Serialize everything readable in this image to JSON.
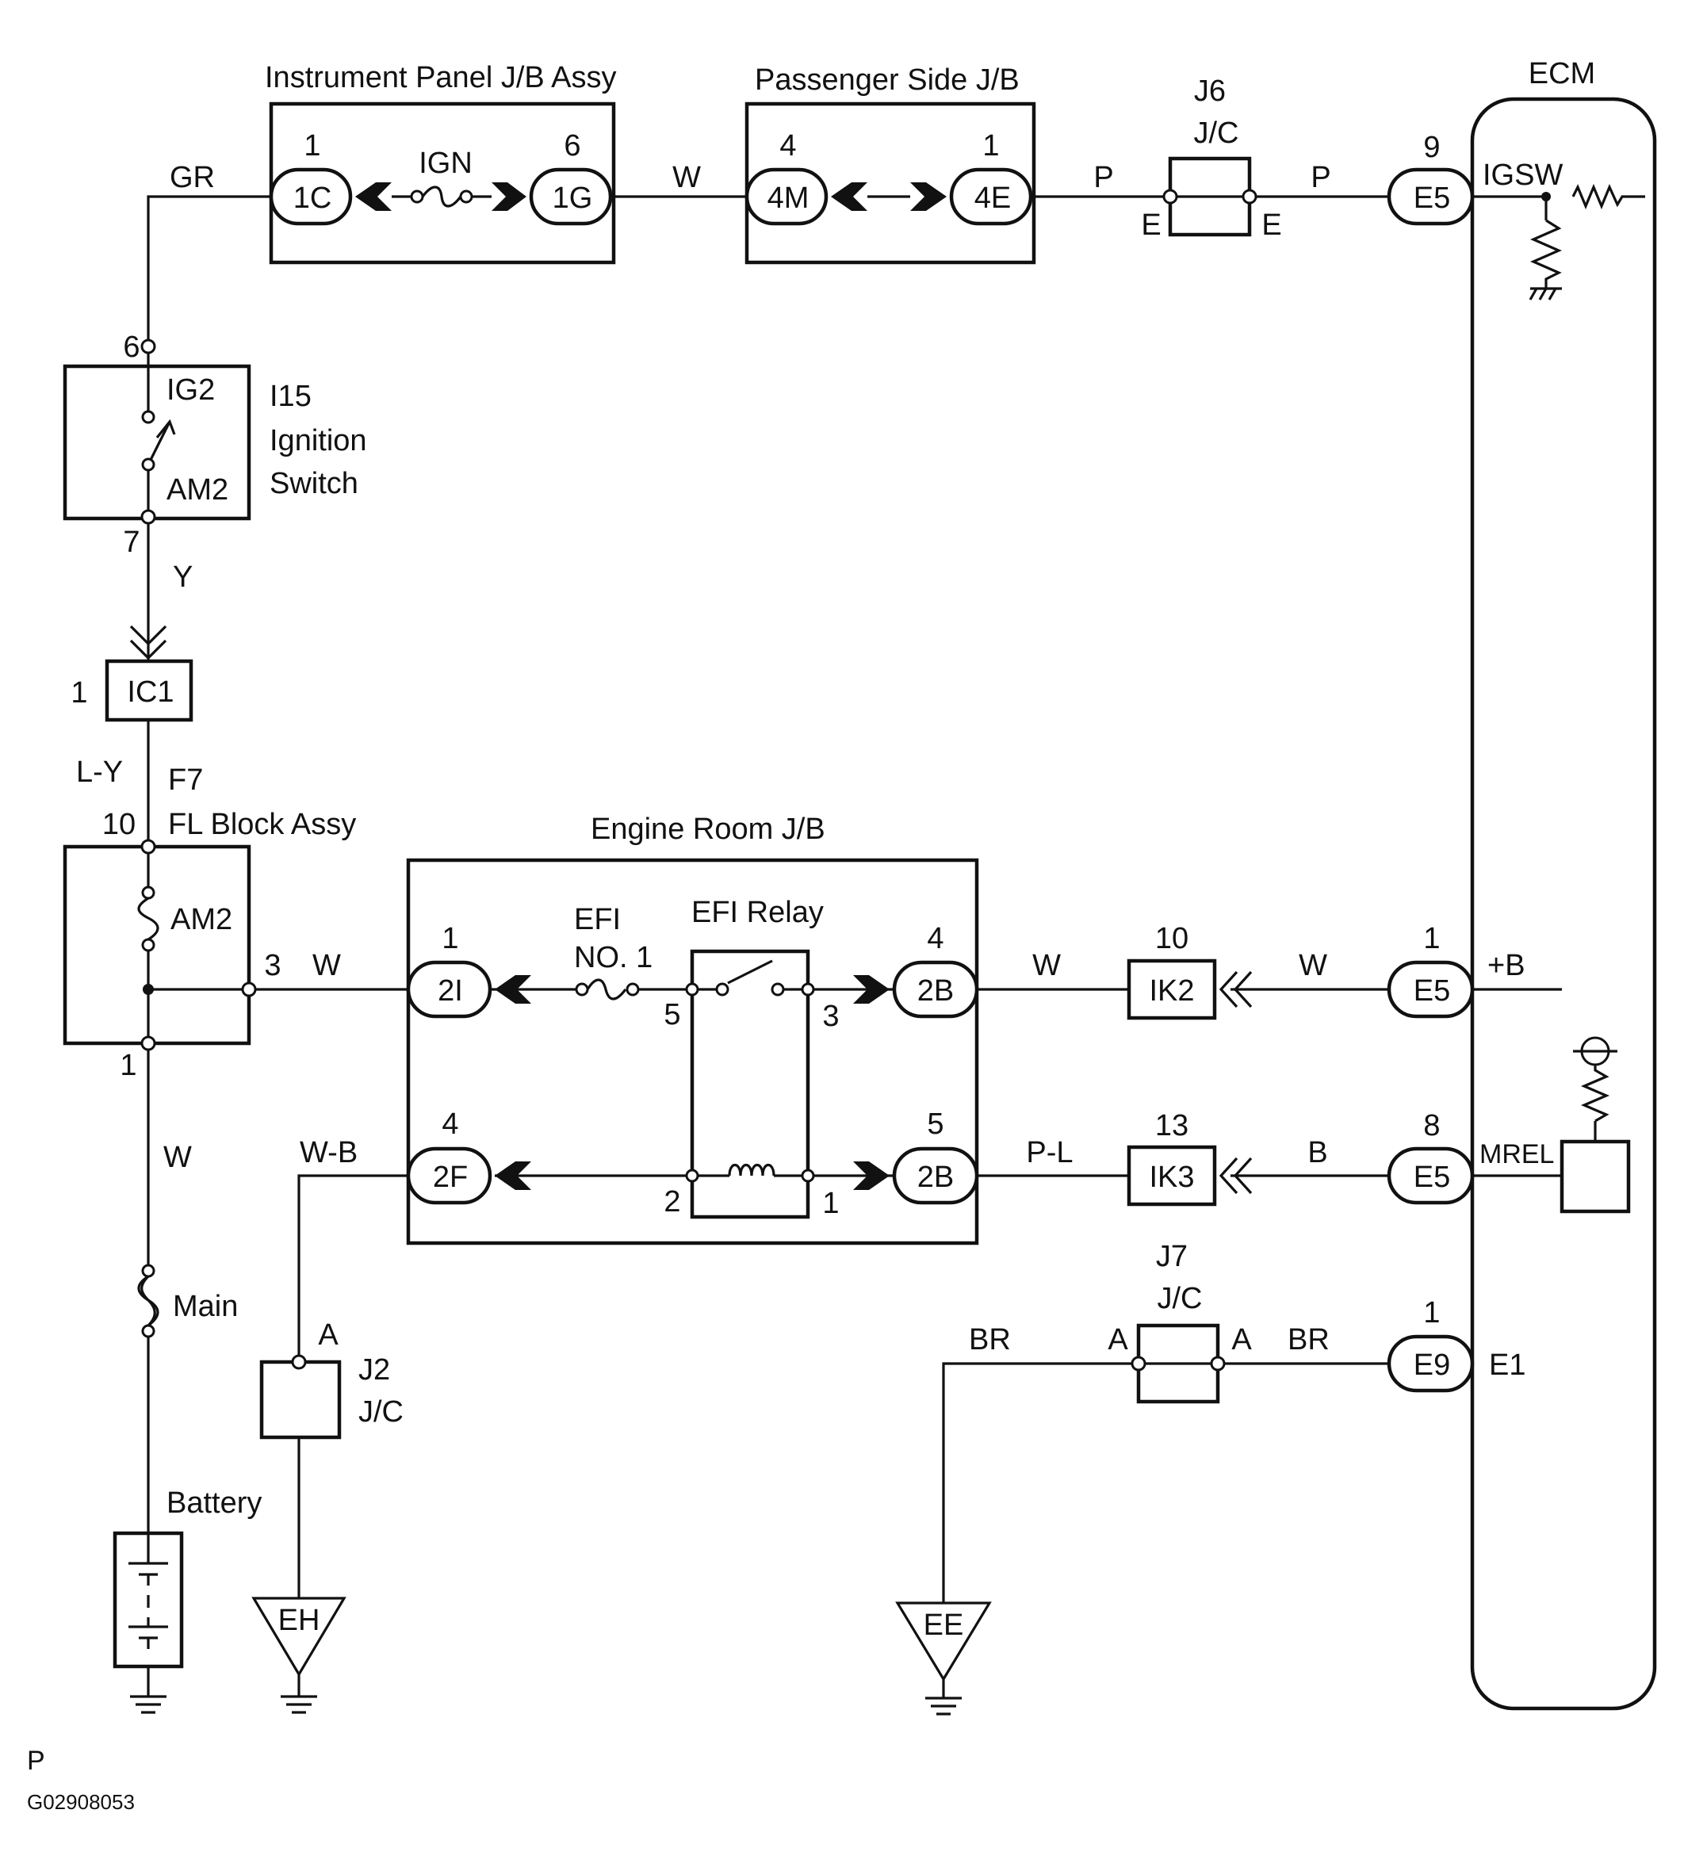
{
  "blocks": {
    "ip_jb": "Instrument Panel J/B Assy",
    "ps_jb": "Passenger Side J/B",
    "j6": "J6",
    "jc": "J/C",
    "ecm": "ECM",
    "i15": "I15",
    "ignition": "Ignition",
    "switch": "Switch",
    "f7": "F7",
    "fl_block": "FL Block Assy",
    "er_jb": "Engine Room J/B",
    "efi_relay": "EFI Relay",
    "efi": "EFI",
    "efi_no1": "NO. 1",
    "j7": "J7",
    "j2": "J2",
    "battery": "Battery",
    "main": "Main",
    "ign": "IGN",
    "am2": "AM2",
    "ig2": "IG2"
  },
  "connectors": {
    "c1C": "1C",
    "c1G": "1G",
    "c4M": "4M",
    "c4E": "4E",
    "e5": "E5",
    "e9": "E9",
    "c2I": "2I",
    "c2B": "2B",
    "c2F": "2F",
    "ik2": "IK2",
    "ik3": "IK3",
    "ic1": "IC1"
  },
  "pins": {
    "p1": "1",
    "p2": "2",
    "p3": "3",
    "p4": "4",
    "p5": "5",
    "p6": "6",
    "p7": "7",
    "p8": "8",
    "p9": "9",
    "p10": "10",
    "p13": "13",
    "E": "E",
    "A": "A"
  },
  "wires": {
    "GR": "GR",
    "W": "W",
    "P": "P",
    "Y": "Y",
    "LY": "L-Y",
    "WB": "W-B",
    "PL": "P-L",
    "B": "B",
    "BR": "BR"
  },
  "ecm_terms": {
    "igsw": "IGSW",
    "plusb": "+B",
    "mrel": "MREL",
    "e1": "E1"
  },
  "grounds": {
    "eh": "EH",
    "ee": "EE"
  },
  "footer": {
    "p": "P",
    "code": "G02908053"
  }
}
